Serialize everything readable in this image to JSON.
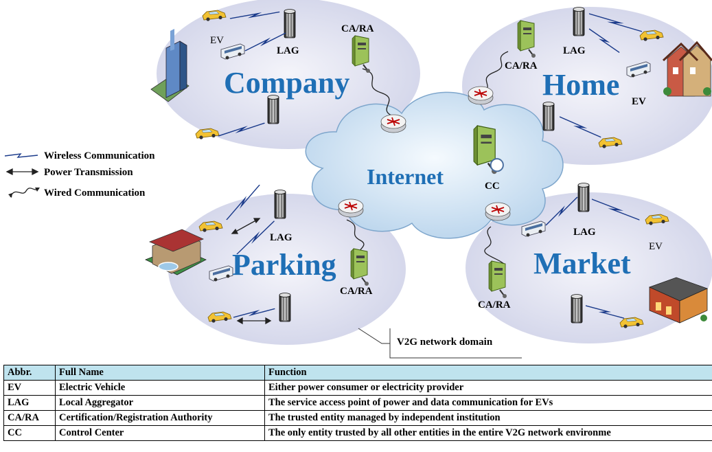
{
  "zones": {
    "company": "Company",
    "home": "Home",
    "parking": "Parking",
    "market": "Market",
    "internet": "Internet"
  },
  "labels": {
    "ev": "EV",
    "lag": "LAG",
    "cara": "CA/RA",
    "cc": "CC",
    "domain": "V2G network domain"
  },
  "legend": {
    "wireless": "Wireless Communication",
    "power": "Power Transmission",
    "wired": "Wired Communication"
  },
  "colors": {
    "zone_fill": "#d7d9ec",
    "cloud_fill": "#cfe3f3",
    "zone_text": "#1f6fb5",
    "table_header": "#bfe3ee",
    "car": "#f2c233",
    "server": "#9cc25a"
  },
  "table": {
    "headers": [
      "Abbr.",
      "Full Name",
      "Function"
    ],
    "rows": [
      [
        "EV",
        "Electric Vehicle",
        "Either power consumer or electricity provider"
      ],
      [
        "LAG",
        "Local Aggregator",
        "The service access point of power and data communication for EVs"
      ],
      [
        "CA/RA",
        "Certification/Registration Authority",
        "The trusted entity managed by independent institution"
      ],
      [
        "CC",
        "Control Center",
        "The only entity trusted by all other entities in the entire V2G network environme"
      ]
    ]
  }
}
